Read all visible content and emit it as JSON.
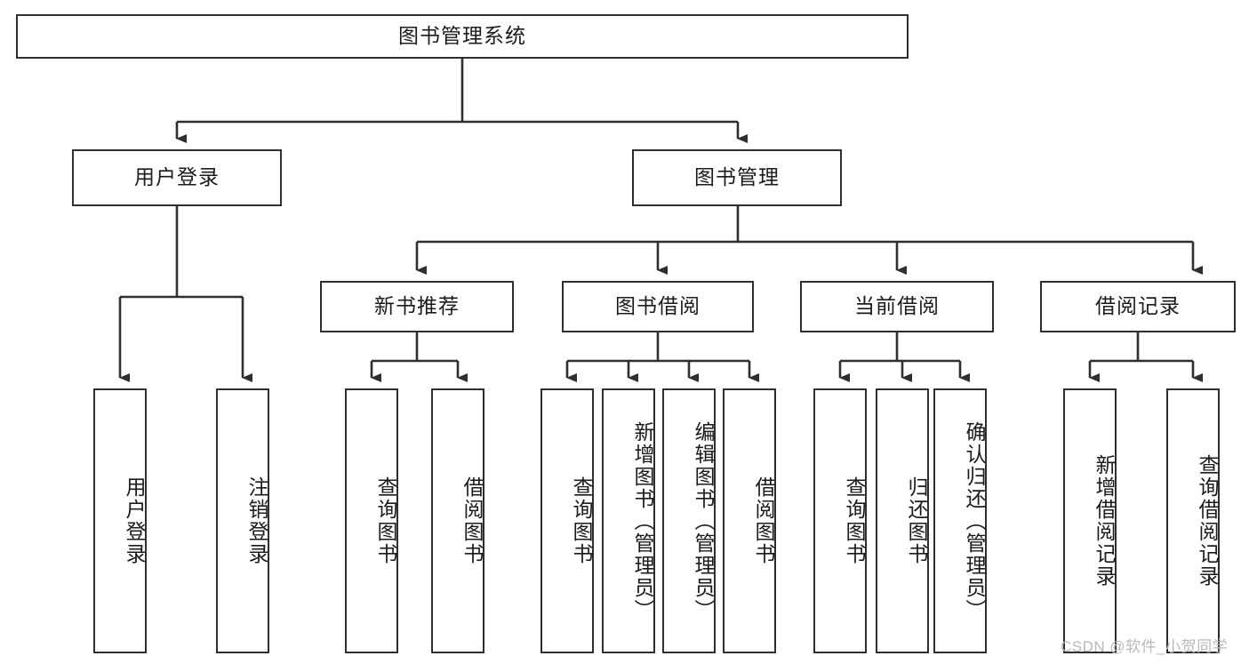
{
  "diagram": {
    "title": "图书管理系统",
    "type": "tree-hierarchy-chart",
    "root": {
      "label": "图书管理系统"
    },
    "level2": [
      {
        "label": "用户登录"
      },
      {
        "label": "图书管理"
      }
    ],
    "level3": [
      {
        "label": "新书推荐"
      },
      {
        "label": "图书借阅"
      },
      {
        "label": "当前借阅"
      },
      {
        "label": "借阅记录"
      }
    ],
    "leaves": {
      "user_login": [
        {
          "label": "用户登录"
        },
        {
          "label": "注销登录"
        }
      ],
      "new_book_recommend": [
        {
          "label": "查询图书"
        },
        {
          "label": "借阅图书"
        }
      ],
      "book_borrow": [
        {
          "label": "查询图书"
        },
        {
          "label": "新增图书（管理员）"
        },
        {
          "label": "编辑图书（管理员）"
        },
        {
          "label": "借阅图书"
        }
      ],
      "current_borrow": [
        {
          "label": "查询图书"
        },
        {
          "label": "归还图书"
        },
        {
          "label": "确认归还（管理员）"
        }
      ],
      "borrow_record": [
        {
          "label": "新增借阅记录"
        },
        {
          "label": "查询借阅记录"
        }
      ]
    }
  },
  "watermark": {
    "text": "CSDN @软件_小贺同学"
  },
  "colors": {
    "stroke": "#2f2f2f",
    "fill": "#ffffff",
    "text": "#1b1b1b",
    "watermark": "#b9b9b9"
  }
}
